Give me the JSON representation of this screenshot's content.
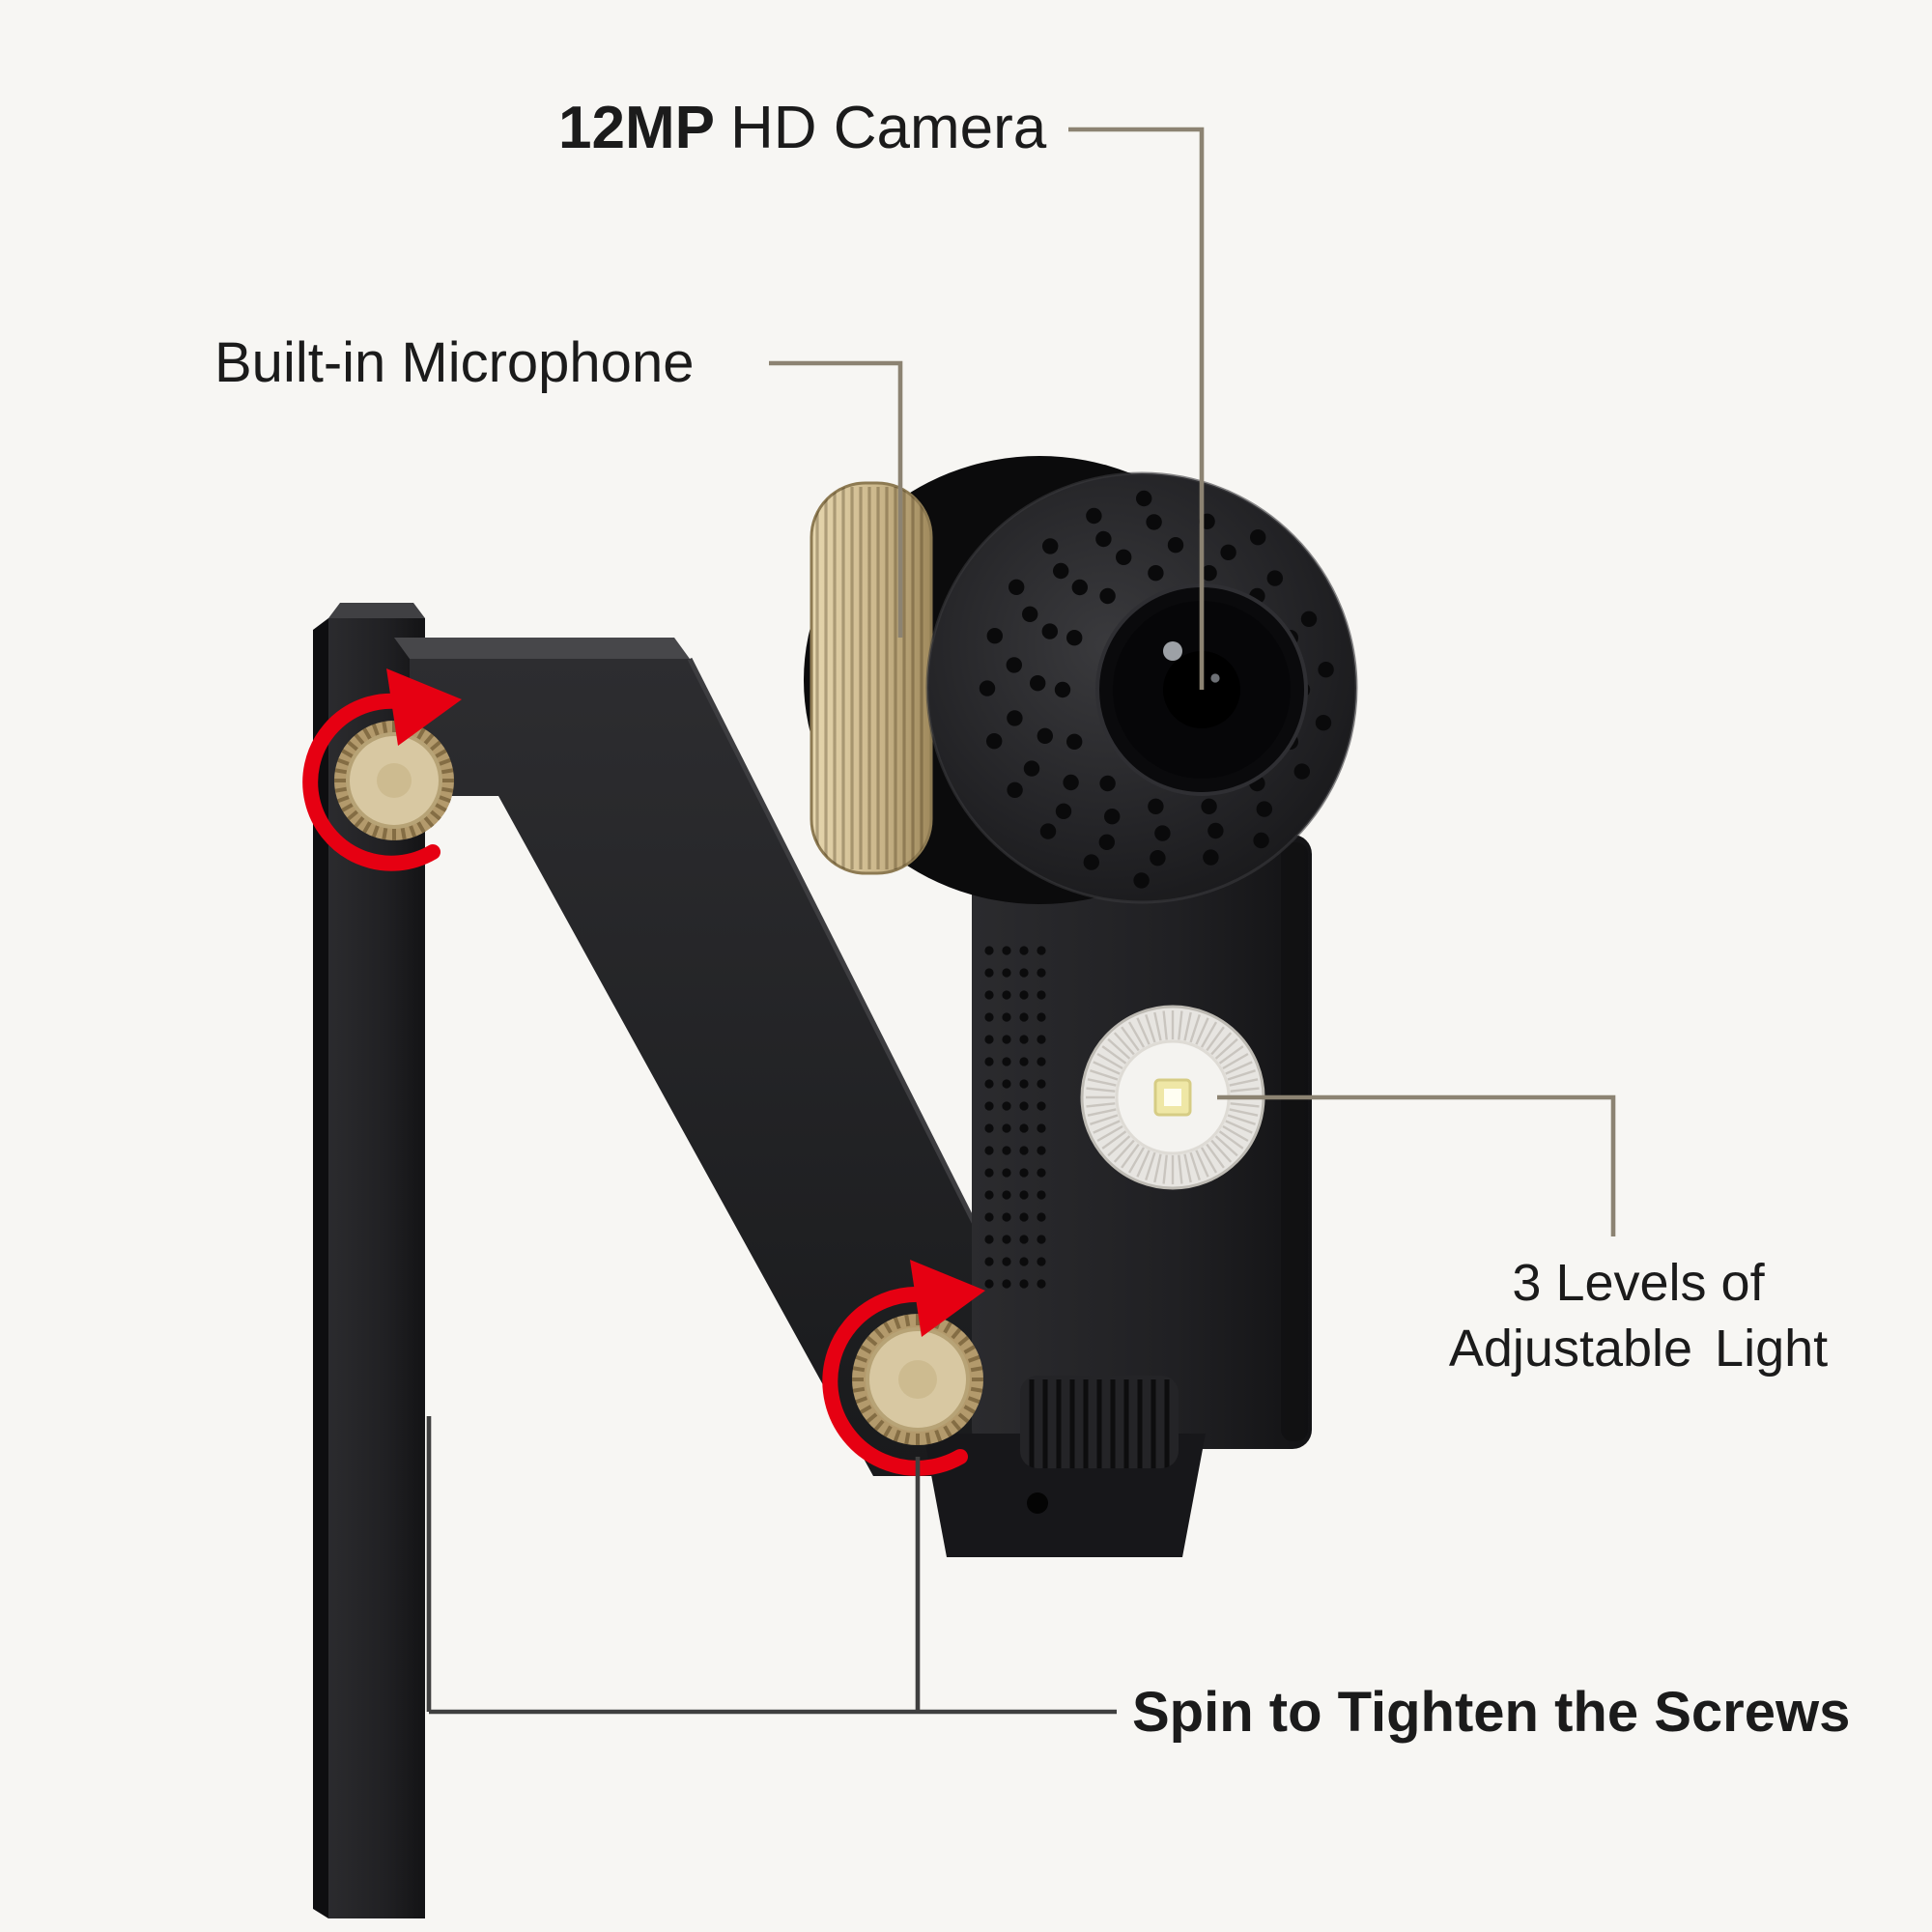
{
  "product_diagram": {
    "background": "#f7f6f3",
    "text_color": "#1b1b1b",
    "connector_color_tan": "#8c8372",
    "connector_color_dark": "#3f3f3f",
    "accent_red": "#e60012",
    "gold_color": "#d3bf95",
    "device_color": "#1d1d1f",
    "annotations": {
      "camera_bold": "12MP",
      "camera_rest": "HD Camera",
      "microphone": "Built-in Microphone",
      "light_line1": "3 Levels of",
      "light_line2": "Adjustable Light",
      "screws": "Spin to Tighten the Screws"
    }
  }
}
